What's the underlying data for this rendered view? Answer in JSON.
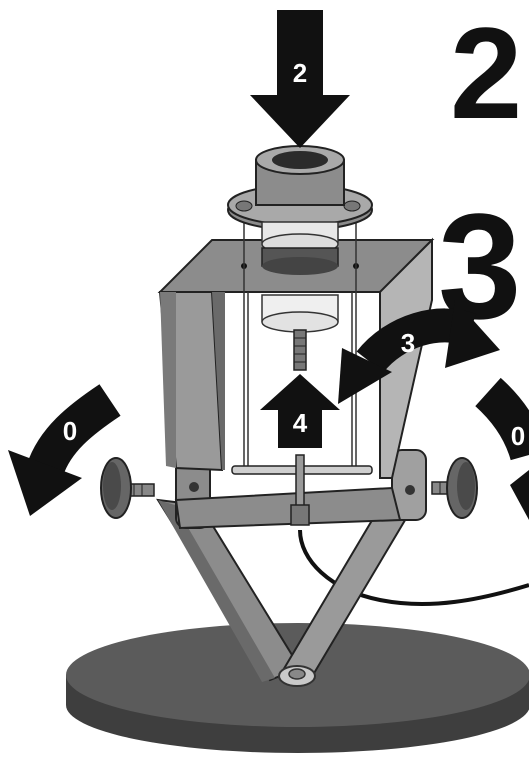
{
  "labels": {
    "arrow_down": "2",
    "arrow_up": "4",
    "arrow_rotate_top": "3",
    "arrow_left": "0",
    "arrow_right": "0"
  },
  "step_numbers": {
    "first": "2",
    "second": "3"
  },
  "colors": {
    "arrow": "#111111",
    "metal_light": "#a9a9a9",
    "metal_mid": "#8c8c8c",
    "metal_dark": "#6a6a6a",
    "base": "#5b5b5b",
    "base_dark": "#3e3e3e",
    "label_text": "#ffffff"
  }
}
